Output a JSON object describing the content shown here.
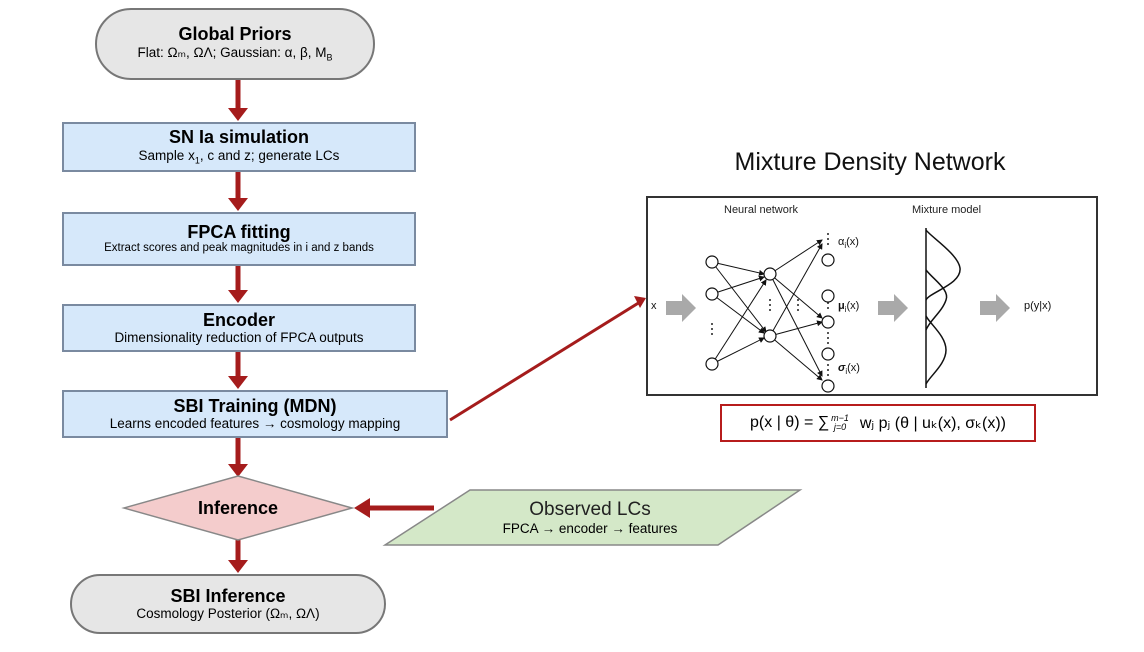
{
  "flow": {
    "priors": {
      "title": "Global Priors",
      "text": "Flat: Ωₘ, ΩΛ; Gaussian: α, β, M",
      "sub_b": "B"
    },
    "sim": {
      "title": "SN Ia simulation",
      "text_a": "Sample x",
      "sub_1": "1",
      "text_b": ", c and z; generate LCs"
    },
    "fpca": {
      "title": "FPCA fitting",
      "text": "Extract scores and peak magnitudes in i and z bands"
    },
    "encoder": {
      "title": "Encoder",
      "text": "Dimensionality reduction of FPCA outputs"
    },
    "training": {
      "title": "SBI Training (MDN)",
      "text": "Learns encoded features → cosmology mapping"
    },
    "inference": {
      "title": "Inference"
    },
    "observed": {
      "title": "Observed LCs",
      "text": "FPCA → encoder → features"
    },
    "result": {
      "title": "SBI Inference",
      "text": "Cosmology Posterior (Ωₘ, ΩΛ)"
    }
  },
  "mdn": {
    "title": "Mixture Density Network",
    "neural_label": "Neural network",
    "mixture_label": "Mixture model",
    "input": "x",
    "alpha": "α",
    "mu": "μ",
    "sigma": "σ",
    "idx": "i",
    "arg": "(x)",
    "output": "p(y|x)",
    "formula": "p(x |  θ) = ∑",
    "formula_lim_top": "m−1",
    "formula_lim_bot": "j=0",
    "formula_rest": "  wⱼ pⱼ (θ | uₖ(x), σₖ(x))"
  },
  "colors": {
    "arrow": "#a51c1c",
    "grey_arrow": "#a9a9a9",
    "pill": "#e6e6e6",
    "rect": "#d6e8fa",
    "diamond": "#f4cccc",
    "parallelogram": "#d4e8c8"
  }
}
